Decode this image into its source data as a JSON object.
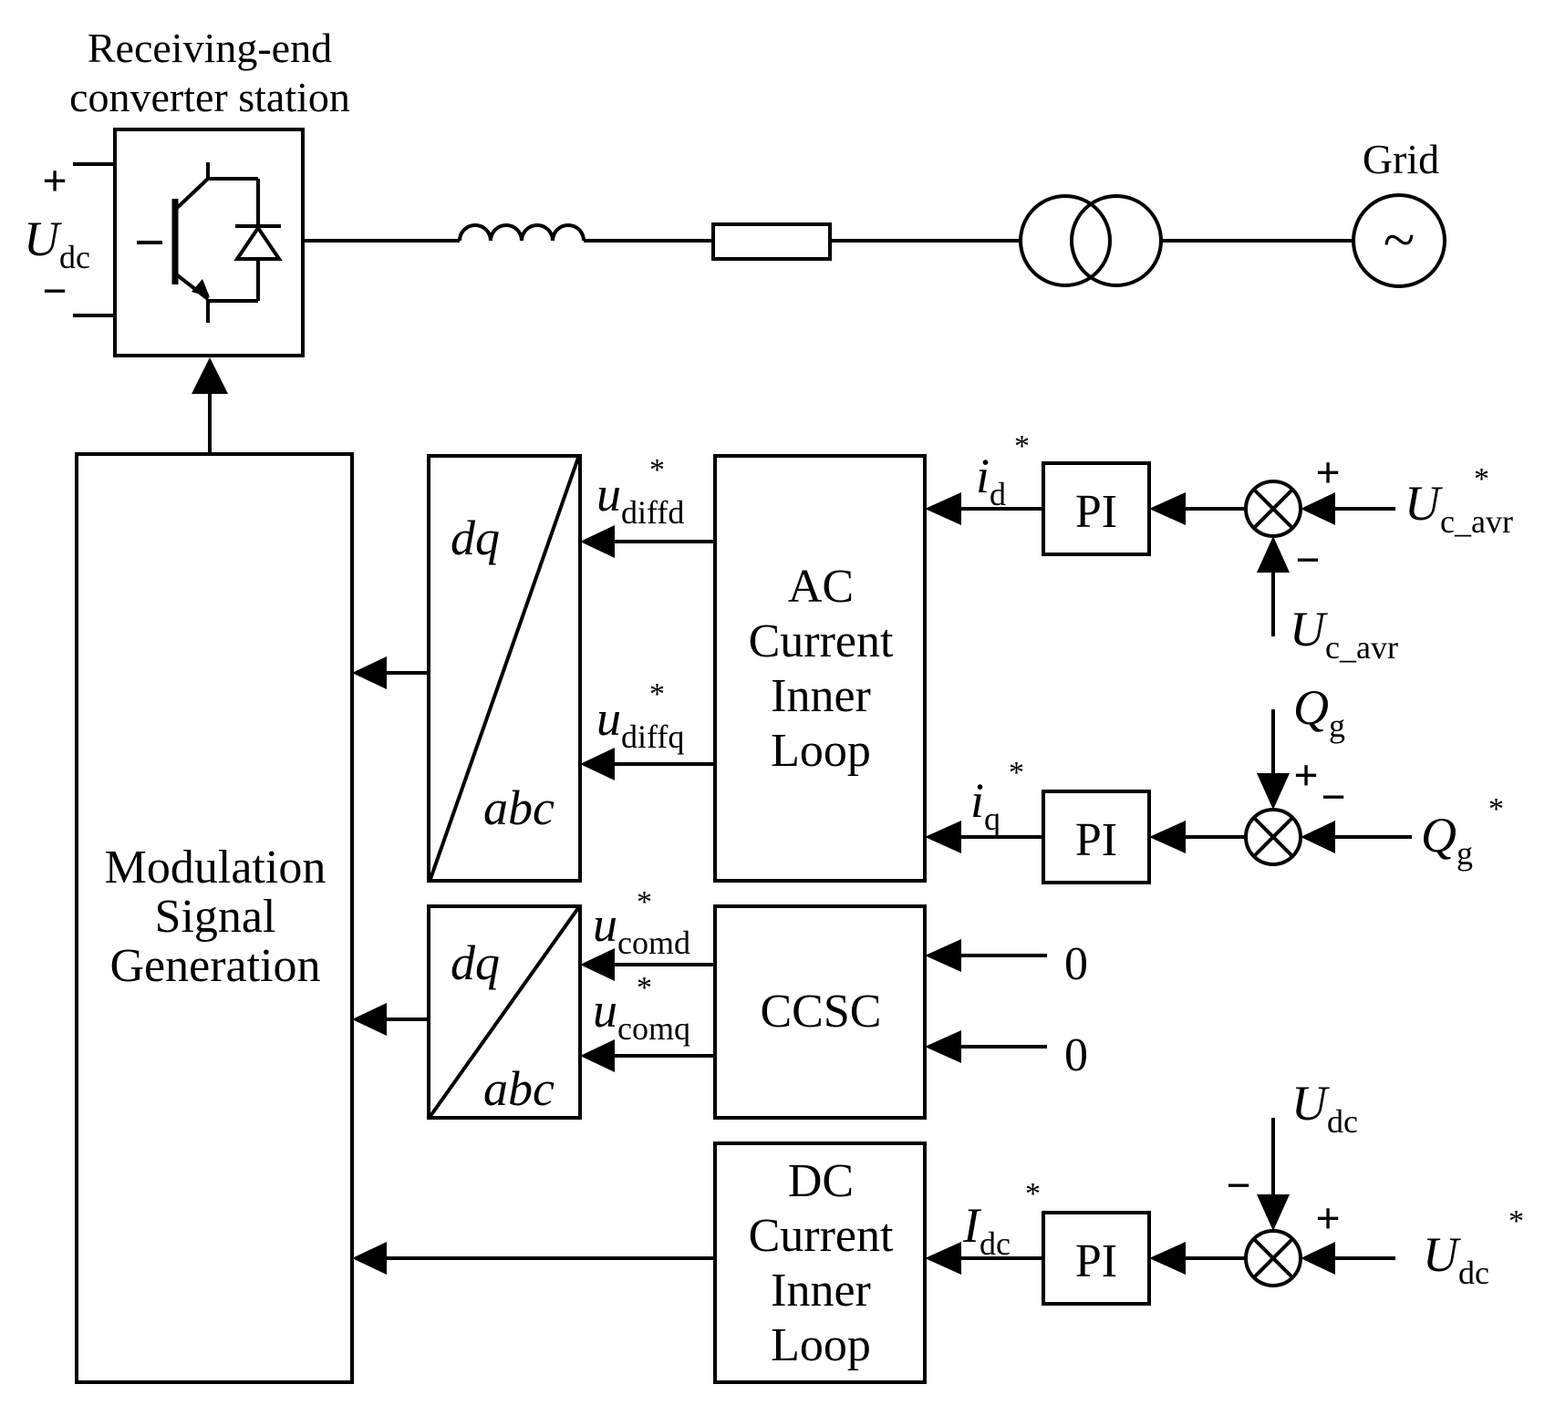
{
  "station_title": [
    "Receiving-end",
    "converter station"
  ],
  "grid_label": "Grid",
  "grid_symbol": "~",
  "udc_source": {
    "main": "U",
    "sub": "dc"
  },
  "signs": {
    "plus": "+",
    "minus": "−"
  },
  "star": "*",
  "blocks": {
    "modulation": [
      "Modulation",
      "Signal",
      "Generation"
    ],
    "ac_loop": [
      "AC",
      "Current",
      "Inner",
      "Loop"
    ],
    "ccsc": "CCSC",
    "dc_loop": [
      "DC",
      "Current",
      "Inner",
      "Loop"
    ],
    "pi": "PI",
    "transform_top": "dq",
    "transform_bottom": "abc"
  },
  "signals": {
    "udiffd": {
      "main": "u",
      "sub": "diffd"
    },
    "udiffq": {
      "main": "u",
      "sub": "diffq"
    },
    "ucomd": {
      "main": "u",
      "sub": "comd"
    },
    "ucomq": {
      "main": "u",
      "sub": "comq"
    },
    "id_ref": {
      "main": "i",
      "sub": "d"
    },
    "iq_ref": {
      "main": "i",
      "sub": "q"
    },
    "idc_ref": {
      "main": "I",
      "sub": "dc"
    },
    "uc_avr_ref": {
      "main": "U",
      "sub": "c_avr"
    },
    "uc_avr": {
      "main": "U",
      "sub": "c_avr"
    },
    "qg": {
      "main": "Q",
      "sub": "g"
    },
    "qg_ref": {
      "main": "Q",
      "sub": "g"
    },
    "udc_meas": {
      "main": "U",
      "sub": "dc"
    },
    "udc_ref": {
      "main": "U",
      "sub": "dc"
    },
    "zero": "0"
  },
  "icons": [
    "igbt-icon",
    "diode-icon",
    "inductor-icon",
    "resistor-icon",
    "transformer-icon",
    "ac-source-icon",
    "summing-junction-icon"
  ]
}
